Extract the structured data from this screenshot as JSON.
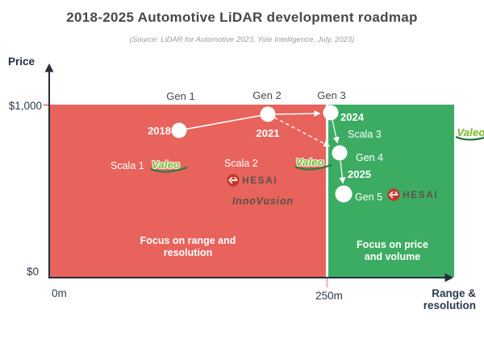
{
  "header": {
    "title": "2018-2025 Automotive LiDAR development roadmap",
    "subtitle": "(Source: LiDAR for Automotive 2023, Yole Intelligence, July, 2023)"
  },
  "axes": {
    "y_label": "Price",
    "y_tick_top": "$1,000",
    "y_tick_bottom": "$0",
    "x_tick_left": "0m",
    "x_tick_right": "250m",
    "x_label_line1": "Range &",
    "x_label_line2": "resolution"
  },
  "regions": {
    "red": {
      "caption_line1": "Focus on range and",
      "caption_line2": "resolution",
      "color": "#e8635c"
    },
    "green": {
      "caption_line1": "Focus on price",
      "caption_line2": "and volume",
      "color": "#3dac63"
    }
  },
  "gens": {
    "gen1": "Gen 1",
    "gen2": "Gen 2",
    "gen3": "Gen 3",
    "gen4": "Gen 4",
    "gen5": "Gen 5"
  },
  "years": {
    "y2018": "2018",
    "y2021": "2021",
    "y2024": "2024",
    "y2025": "2025"
  },
  "products": {
    "scala1": "Scala 1",
    "scala2": "Scala 2",
    "scala3": "Scala 3"
  },
  "logos": {
    "valeo": "Valeo",
    "hesai": "HESAI",
    "innovusion": "InnoVusion"
  },
  "colors": {
    "region_red": "#e8635c",
    "region_green": "#3dac63",
    "axis_dark": "#232f3f",
    "tick_navy": "#2c3a4e",
    "valeo_green": "#7fbc35",
    "hesai_red": "#c5372b",
    "logo_gray": "#5a524c"
  },
  "chart_data": {
    "type": "scatter",
    "title": "2018-2025 Automotive LiDAR development roadmap",
    "source": "LiDAR for Automotive 2023, Yole Intelligence, July, 2023",
    "xlabel": "Range & resolution",
    "ylabel": "Price",
    "x_ticks": [
      "0m",
      "250m"
    ],
    "y_ticks": [
      "$0",
      "$1,000"
    ],
    "ylim_usd": [
      0,
      1000
    ],
    "points": [
      {
        "gen": "Gen 1",
        "year": "2018",
        "product": "Scala 1",
        "companies": [
          "Valeo"
        ],
        "price_usd_est": 850,
        "range_m_est": 115
      },
      {
        "gen": "Gen 2",
        "year": "2021",
        "product": "Scala 2",
        "companies": [
          "Valeo",
          "HESAI",
          "InnoVusion"
        ],
        "price_usd_est": 945,
        "range_m_est": 195
      },
      {
        "gen": "Gen 3",
        "year": "2024",
        "product": "Scala 3",
        "companies": [
          "Valeo"
        ],
        "price_usd_est": 955,
        "range_m_est": 253
      },
      {
        "gen": "Gen 4",
        "year": "",
        "product": "",
        "companies": [],
        "price_usd_est": 720,
        "range_m_est": 260
      },
      {
        "gen": "Gen 5",
        "year": "2025",
        "product": "",
        "companies": [
          "HESAI"
        ],
        "price_usd_est": 485,
        "range_m_est": 264
      }
    ],
    "transitions": [
      {
        "from": "Gen 1",
        "to": "Gen 2",
        "style": "solid"
      },
      {
        "from": "Gen 2",
        "to": "Gen 3",
        "style": "solid-arrow"
      },
      {
        "from": "Gen 2",
        "to": "Gen 4",
        "style": "dashed-arrow"
      },
      {
        "from": "Gen 3",
        "to": "Gen 4",
        "style": "solid-arrow"
      },
      {
        "from": "Gen 4",
        "to": "Gen 5",
        "style": "solid-arrow"
      }
    ],
    "regions": [
      {
        "label": "Focus on range and resolution",
        "x_span": "0m to 250m",
        "color": "#e8635c"
      },
      {
        "label": "Focus on price and volume",
        "x_span": "beyond 250m",
        "color": "#3dac63"
      }
    ],
    "legend_position": "none",
    "grid": false
  }
}
